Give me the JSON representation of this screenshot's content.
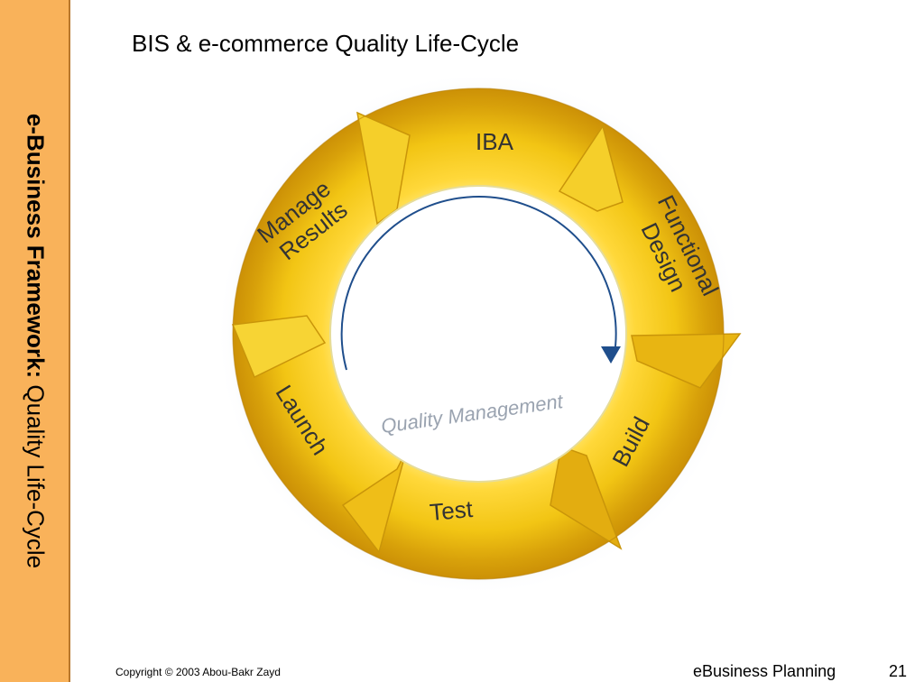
{
  "sidebar": {
    "bold_text": "e-Business Framework:",
    "normal_text": "Quality Life-Cycle"
  },
  "slide": {
    "title": "BIS & e-commerce Quality Life-Cycle"
  },
  "cycle": {
    "center_label": "Quality Management",
    "stages": [
      "IBA",
      "Functional",
      "Design",
      "Build",
      "Test",
      "Launch",
      "Manage",
      "Results"
    ]
  },
  "footer": {
    "copyright": "Copyright © 2003 Abou-Bakr Zayd",
    "deck_name": "eBusiness Planning",
    "page_number": "21"
  },
  "colors": {
    "sidebar": "#f9b25a",
    "ring": "#f2c514",
    "ring_dark": "#d8a10a",
    "arrow": "#1f4e8c"
  }
}
